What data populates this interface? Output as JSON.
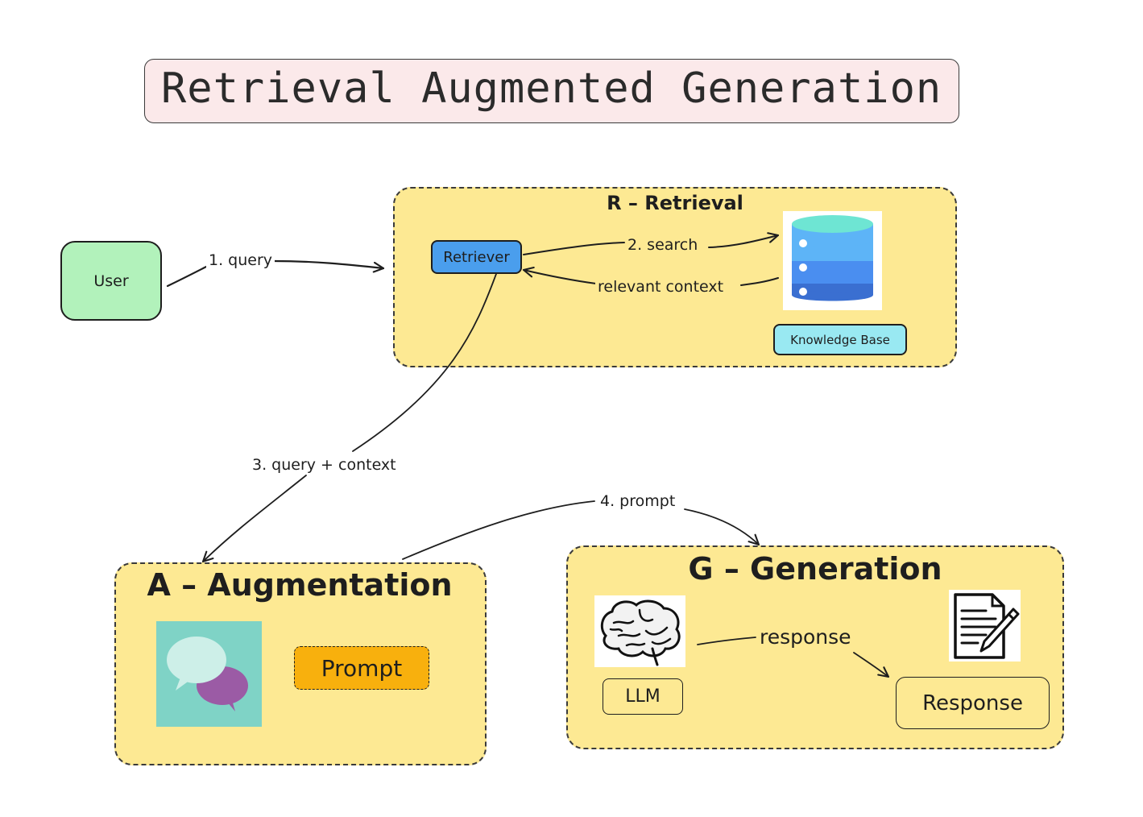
{
  "title": "Retrieval Augmented Generation",
  "user": {
    "label": "User"
  },
  "retrieval": {
    "heading": "R – Retrieval",
    "retriever_label": "Retriever",
    "knowledge_base_label": "Knowledge Base",
    "icon": "database-icon"
  },
  "augmentation": {
    "heading": "A – Augmentation",
    "prompt_label": "Prompt",
    "icon": "chat-bubbles-icon"
  },
  "generation": {
    "heading": "G – Generation",
    "llm_label": "LLM",
    "response_label": "Response",
    "icons": [
      "brain-icon",
      "document-pen-icon"
    ]
  },
  "edges": {
    "query": "1. query",
    "search": "2. search",
    "relevant_context": "relevant context",
    "query_context": "3. query + context",
    "prompt": "4. prompt",
    "response": "response"
  },
  "colors": {
    "panel": "#fde993",
    "user": "#b2f2bb",
    "retriever": "#4a9eed",
    "knowledge_base": "#99e9f2",
    "prompt": "#f8b00d",
    "title_bg": "#fbe9ea"
  }
}
